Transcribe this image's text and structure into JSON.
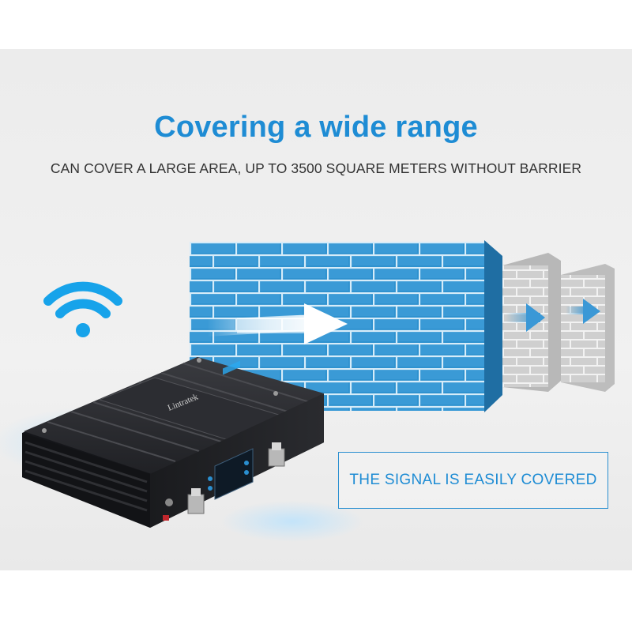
{
  "headline": "Covering a wide range",
  "subheadline": "CAN COVER A LARGE AREA, UP TO 3500 SQUARE METERS WITHOUT BARRIER",
  "callout": "THE SIGNAL IS EASILY COVERED",
  "device": {
    "brand_logo": "Lintratek"
  },
  "colors": {
    "accent": "#1e8cd4",
    "brick_wall": "#2f92cf",
    "grey_wall": "#cfcfcf",
    "device": "#1c1d20"
  },
  "icons": [
    "wifi-icon",
    "arrow-right-icon"
  ]
}
